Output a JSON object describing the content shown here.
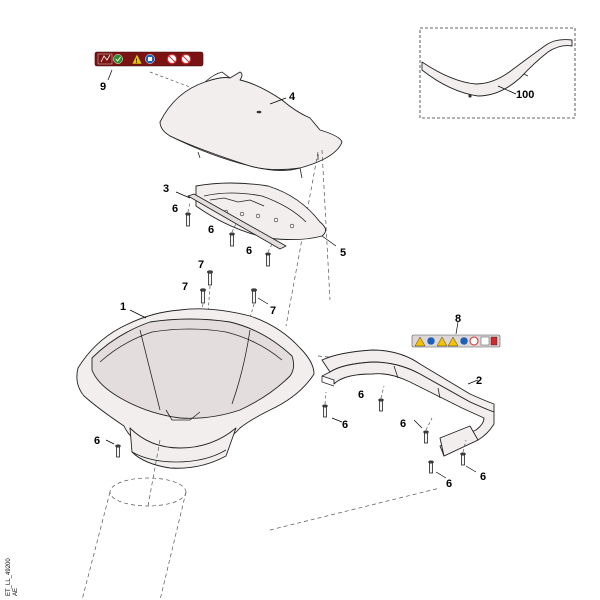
{
  "diagram": {
    "callouts": {
      "c1": "1",
      "c2": "2",
      "c3": "3",
      "c4": "4",
      "c5": "5",
      "c6a": "6",
      "c6b": "6",
      "c6c": "6",
      "c6d": "6",
      "c6e": "6",
      "c6f": "6",
      "c6g": "6",
      "c6h": "6",
      "c6i": "6",
      "c7a": "7",
      "c7b": "7",
      "c7c": "7",
      "c8": "8",
      "c9": "9",
      "c100": "100"
    },
    "reference_code": "ET_LL_49200",
    "reference_sub": "AE"
  },
  "colors": {
    "label_9_background": "#7a1414",
    "label_8_background": "#dcd6d8",
    "warning_yellow": "#f2c200",
    "mandatory_blue": "#1f5fb4",
    "prohibition_red": "#d42a2a"
  }
}
